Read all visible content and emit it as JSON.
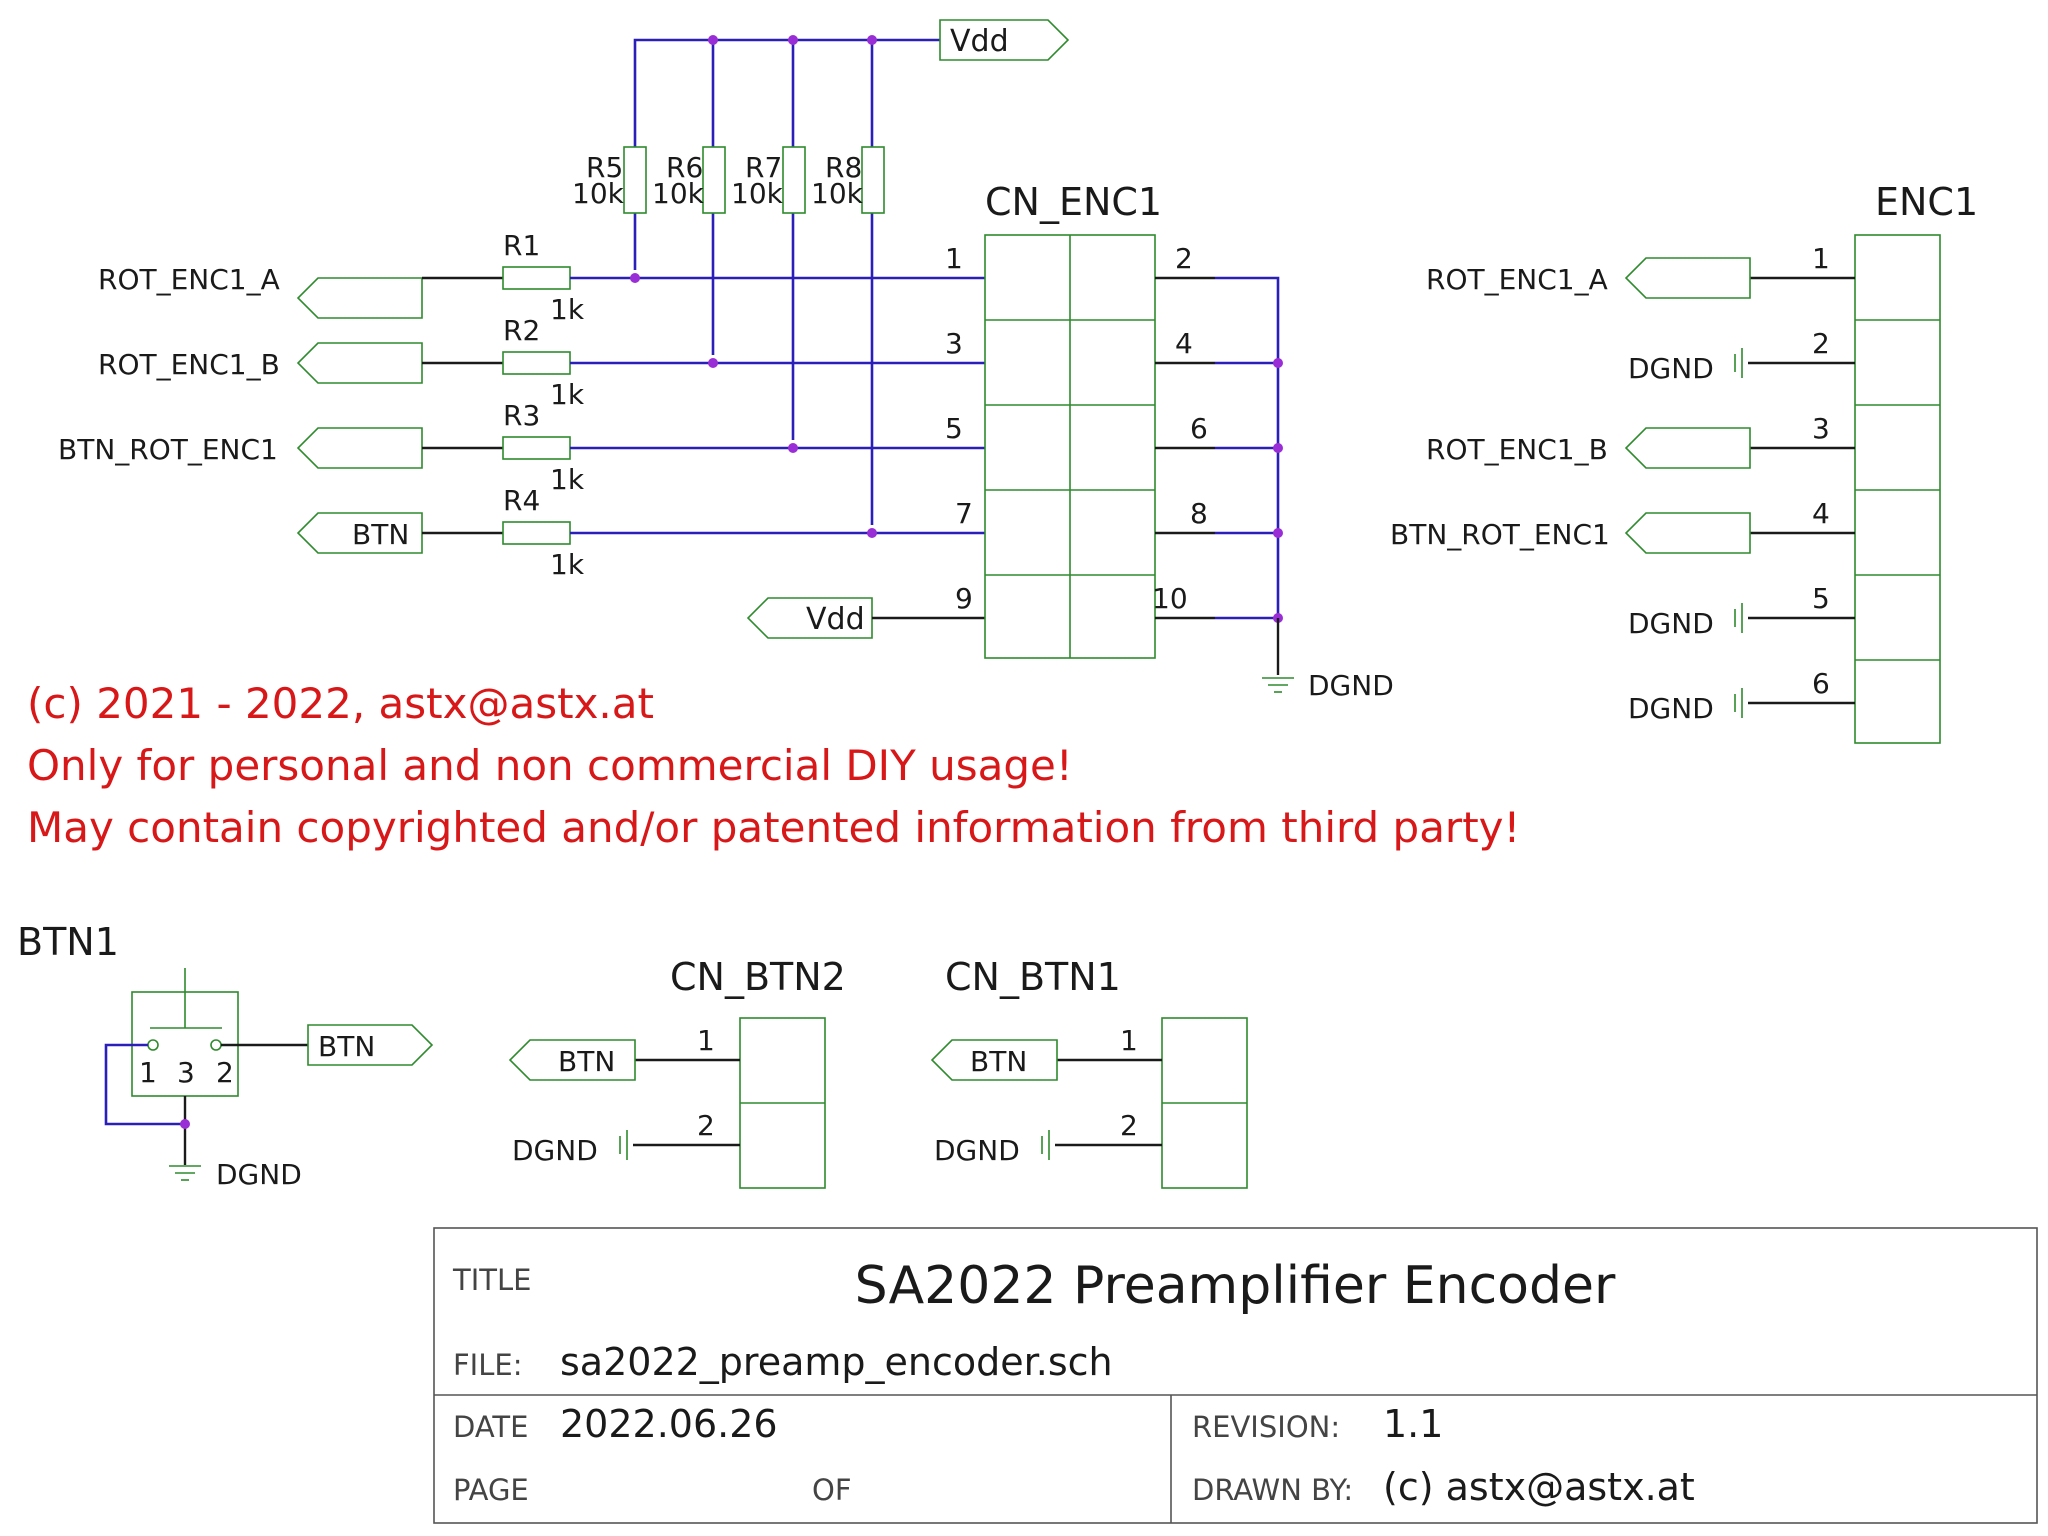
{
  "labels": {
    "vdd": "Vdd",
    "rot_enc1_a": "ROT_ENC1_A",
    "rot_enc1_b": "ROT_ENC1_B",
    "btn_rot_enc1": "BTN_ROT_ENC1",
    "btn": "BTN",
    "dgnd": "DGND"
  },
  "resistors": [
    {
      "ref": "R1",
      "value": "1k"
    },
    {
      "ref": "R2",
      "value": "1k"
    },
    {
      "ref": "R3",
      "value": "1k"
    },
    {
      "ref": "R4",
      "value": "1k"
    },
    {
      "ref": "R5",
      "value": "10k"
    },
    {
      "ref": "R6",
      "value": "10k"
    },
    {
      "ref": "R7",
      "value": "10k"
    },
    {
      "ref": "R8",
      "value": "10k"
    }
  ],
  "connectors": {
    "cn_enc1": {
      "ref": "CN_ENC1",
      "pins": [
        "1",
        "2",
        "3",
        "4",
        "5",
        "6",
        "7",
        "8",
        "9",
        "10"
      ]
    },
    "enc1": {
      "ref": "ENC1",
      "pins": [
        "1",
        "2",
        "3",
        "4",
        "5",
        "6"
      ]
    },
    "cn_btn2": {
      "ref": "CN_BTN2",
      "pins": [
        "1",
        "2"
      ]
    },
    "cn_btn1": {
      "ref": "CN_BTN1",
      "pins": [
        "1",
        "2"
      ]
    },
    "btn1": {
      "ref": "BTN1",
      "pins": [
        "1",
        "3",
        "2"
      ]
    }
  },
  "notice": [
    "(c) 2021 - 2022, astx@astx.at",
    "Only for personal and non commercial DIY usage!",
    "May contain copyrighted and/or patented information from third party!"
  ],
  "title_block": {
    "title_label": "TITLE",
    "title": "SA2022 Preamplifier Encoder",
    "file_label": "FILE:",
    "file": "sa2022_preamp_encoder.sch",
    "date_label": "DATE",
    "date": "2022.06.26",
    "revision_label": "REVISION:",
    "revision": "1.1",
    "page_label": "PAGE",
    "of_label": "OF",
    "drawn_by_label": "DRAWN BY:",
    "drawn_by": "(c) astx@astx.at"
  }
}
